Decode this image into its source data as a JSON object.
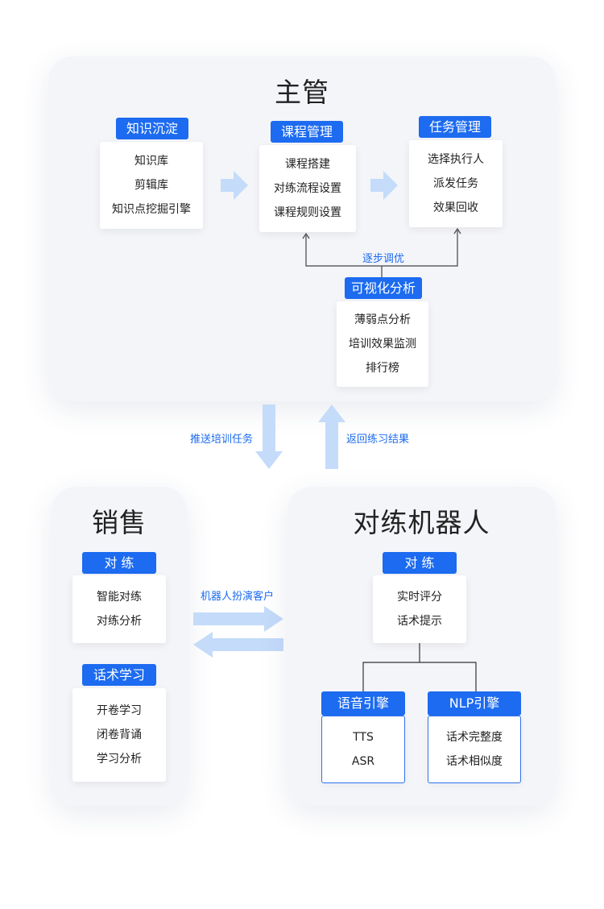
{
  "supervisor": {
    "title": "主管",
    "knowledge": {
      "label": "知识沉淀",
      "items": [
        "知识库",
        "剪辑库",
        "知识点挖掘引擎"
      ]
    },
    "course": {
      "label": "课程管理",
      "items": [
        "课程搭建",
        "对练流程设置",
        "课程规则设置"
      ]
    },
    "task": {
      "label": "任务管理",
      "items": [
        "选择执行人",
        "派发任务",
        "效果回收"
      ]
    },
    "optimize_label": "逐步调优",
    "analysis": {
      "label": "可视化分析",
      "items": [
        "薄弱点分析",
        "培训效果监测",
        "排行榜"
      ]
    }
  },
  "flows": {
    "push_label": "推送培训任务",
    "return_label": "返回练习结果",
    "roleplay_label": "机器人扮演客户"
  },
  "sales": {
    "title": "销售",
    "practice": {
      "label": "对 练",
      "items": [
        "智能对练",
        "对练分析"
      ]
    },
    "script": {
      "label": "话术学习",
      "items": [
        "开卷学习",
        "闭卷背诵",
        "学习分析"
      ]
    }
  },
  "robot": {
    "title": "对练机器人",
    "practice": {
      "label": "对 练",
      "items": [
        "实时评分",
        "话术提示"
      ]
    },
    "speech": {
      "label": "语音引擎",
      "items": [
        "TTS",
        "ASR"
      ]
    },
    "nlp": {
      "label": "NLP引擎",
      "items": [
        "话术完整度",
        "话术相似度"
      ]
    }
  },
  "colors": {
    "accent": "#1c6bf0",
    "panel_bg": "#f4f5f9",
    "light_arrow": "#c4dbfa"
  }
}
